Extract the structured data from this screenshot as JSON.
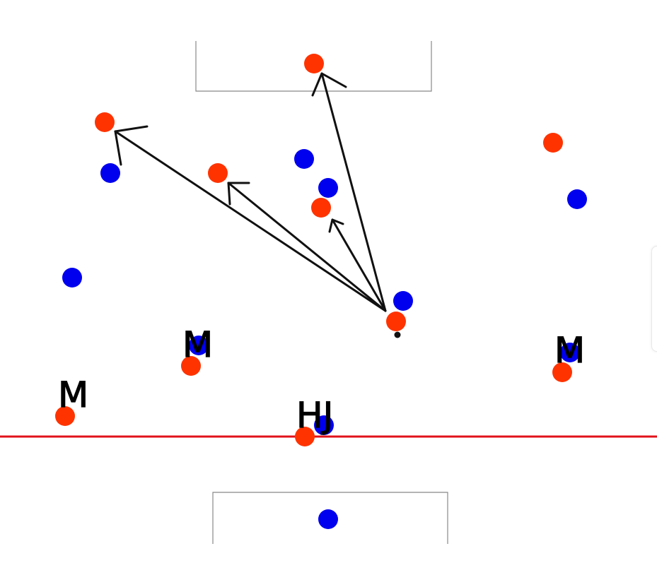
{
  "colors": {
    "background": "#ffffff",
    "team_red": "#ff3300",
    "team_blue": "#0000ee",
    "offside_line": "#e0111a",
    "pitch_lines": "#888888",
    "arrows": "#111111",
    "ball": "#111111",
    "labels": "#000000"
  },
  "labels": {
    "left_wing_marker": "M",
    "left_mid_marker": "M",
    "right_mid_marker": "M",
    "center_marker": "HJ"
  }
}
